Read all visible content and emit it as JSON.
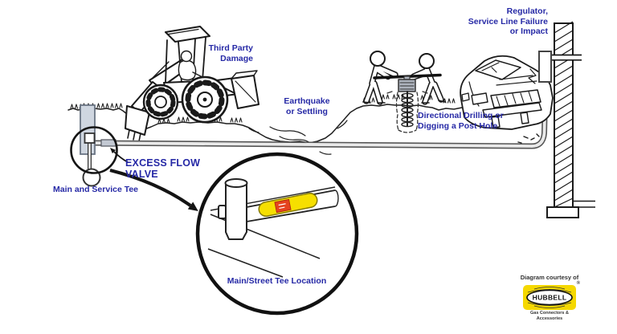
{
  "diagram": {
    "labels": {
      "third_party_damage": "Third Party\nDamage",
      "earthquake_settling": "Earthquake\nor Settling",
      "directional_drilling": "Directional Drilling or\nDigging a Post Hole",
      "regulator_failure": "Regulator,\nService Line Failure\nor Impact",
      "excess_flow_valve": "EXCESS FLOW VALVE",
      "main_and_service_tee": "Main and Service Tee",
      "main_street_tee_location": "Main/Street Tee Location"
    },
    "credit": {
      "courtesy": "Diagram courtesy of",
      "brand": "HUBBELL",
      "registered": "®",
      "brand_sub": "Gas Connectors & Accessories"
    },
    "colors": {
      "label_blue": "#2629a6",
      "line_ink": "#1a1a1a",
      "pipe_edge_gray": "#555555",
      "pipe_core_gray": "#e9e9e9",
      "riser_fill": "#cfd6e0",
      "efv_yellow": "#f6df00",
      "efv_label_red": "#e5431e",
      "logo_yellow": "#f5d800"
    }
  }
}
